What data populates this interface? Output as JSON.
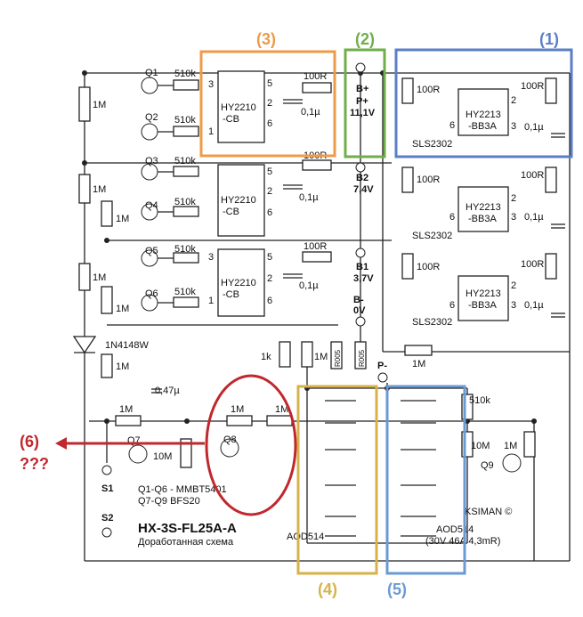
{
  "colors": {
    "blue": "#5b7fc6",
    "green": "#6fae49",
    "orange": "#ed9b49",
    "yellow": "#d6b34a",
    "lightblue": "#6a9ad4",
    "red": "#c0282d"
  },
  "callouts": {
    "c1": "(1)",
    "c2": "(2)",
    "c3": "(3)",
    "c4": "(4)",
    "c5": "(5)",
    "c6": "(6)",
    "c6q": "???"
  },
  "terminals": {
    "bplus": "B+",
    "pplus": "P+",
    "v111": "11,1V",
    "b2": "B2",
    "v74": "7,4V",
    "b1": "B1",
    "v37": "3,7V",
    "bminus": "B-",
    "v0": "0V",
    "pminus": "P-",
    "s1": "S1",
    "s2": "S2"
  },
  "transistors": {
    "q1": "Q1",
    "q2": "Q2",
    "q3": "Q3",
    "q4": "Q4",
    "q5": "Q5",
    "q6": "Q6",
    "q7": "Q7",
    "q8": "Q8",
    "q9": "Q9"
  },
  "ics": {
    "hy2210_a": "HY2210",
    "hy2210_b": "-CB",
    "hy2213_a": "HY2213",
    "hy2213_b": "-BB3A",
    "sls": "SLS2302"
  },
  "pins": {
    "p1": "1",
    "p2": "2",
    "p3": "3",
    "p5": "5",
    "p6": "6"
  },
  "values": {
    "r510k": "510k",
    "r100r": "100R",
    "c01u": "0,1µ",
    "r1m": "1M",
    "r10m": "10M",
    "r1k": "1k",
    "c047u": "0,47µ",
    "r005": "R005",
    "diode": "1N4148W"
  },
  "notes": {
    "q16": "Q1-Q6 - MMBT5401",
    "q79": "Q7-Q9 BFS20",
    "title": "HX-3S-FL25A-A",
    "subtitle": "Доработанная схема",
    "aod_left": "AOD514",
    "aod_right": "AOD514",
    "aod_spec": "(30V 46A 4,3mR)",
    "author": "KSIMAN ©"
  }
}
